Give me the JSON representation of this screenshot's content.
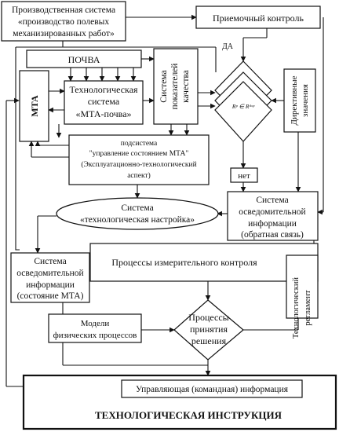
{
  "production_system": {
    "line1": "Производственная система",
    "line2": "«производство полевых",
    "line3": "механизированных работ»"
  },
  "acceptance_control": "Приемочный контроль",
  "soil": "ПОЧВА",
  "mta": "МТА",
  "tech_system": {
    "line1": "Технологическая",
    "line2": "система",
    "line3": "«МТА-почва»"
  },
  "quality_indicators": {
    "line1": "Система",
    "line2": "показателей",
    "line3": "качества"
  },
  "decision_yes": "ДА",
  "decision_condition": "Rᵖ ∈ Rᵈᵒᵖ",
  "decision_no": "нет",
  "directive_values": {
    "line1": "Директивные",
    "line2": "значения"
  },
  "subsystem": {
    "line1": "подсистема",
    "line2": "\"управление состоянием МТА\"",
    "line3": "(Эксплуатационно-технологический",
    "line4": "аспект)"
  },
  "tech_setup": {
    "line1": "Система",
    "line2": "«технологическая настройка»"
  },
  "info_feedback": {
    "line1": "Система",
    "line2": "осведомительной",
    "line3": "информации",
    "line4": "(обратная связь)"
  },
  "info_state": {
    "line1": "Система",
    "line2": "осведомительной",
    "line3": "информации",
    "line4": "(состояние МТА)"
  },
  "measurement": "Процессы измерительного контроля",
  "tech_regulation": {
    "line1": "Технологический",
    "line2": "регламент"
  },
  "models": {
    "line1": "Модели",
    "line2": "физических процессов"
  },
  "decision_processes": {
    "line1": "Процессы",
    "line2": "принятия",
    "line3": "решения"
  },
  "control_info": "Управляющая  (командная)  информация",
  "tech_instruction": "ТЕХНОЛОГИЧЕСКАЯ ИНСТРУКЦИЯ"
}
